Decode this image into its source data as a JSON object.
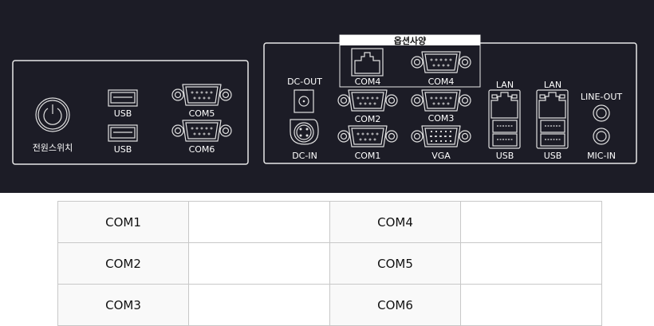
{
  "panel": {
    "optional_title": "옵션사양",
    "left_group": {
      "power": "전원스위치",
      "usb_top": "USB",
      "usb_bottom": "USB",
      "com5": "COM5",
      "com6": "COM6"
    },
    "right_group": {
      "opt_rj45": "COM4",
      "opt_db9": "COM4",
      "dc_out": "DC-OUT",
      "dc_in": "DC-IN",
      "com2": "COM2",
      "com1": "COM1",
      "com3": "COM3",
      "vga": "VGA",
      "lan1": "LAN",
      "usb1": "USB",
      "lan2": "LAN",
      "usb2": "USB",
      "line_out": "LINE-OUT",
      "mic_in": "MIC-IN"
    }
  },
  "table": {
    "rows": [
      {
        "left_label": "COM1",
        "left_value": "",
        "right_label": "COM4",
        "right_value": ""
      },
      {
        "left_label": "COM2",
        "left_value": "",
        "right_label": "COM5",
        "right_value": ""
      },
      {
        "left_label": "COM3",
        "left_value": "",
        "right_label": "COM6",
        "right_value": ""
      }
    ]
  }
}
